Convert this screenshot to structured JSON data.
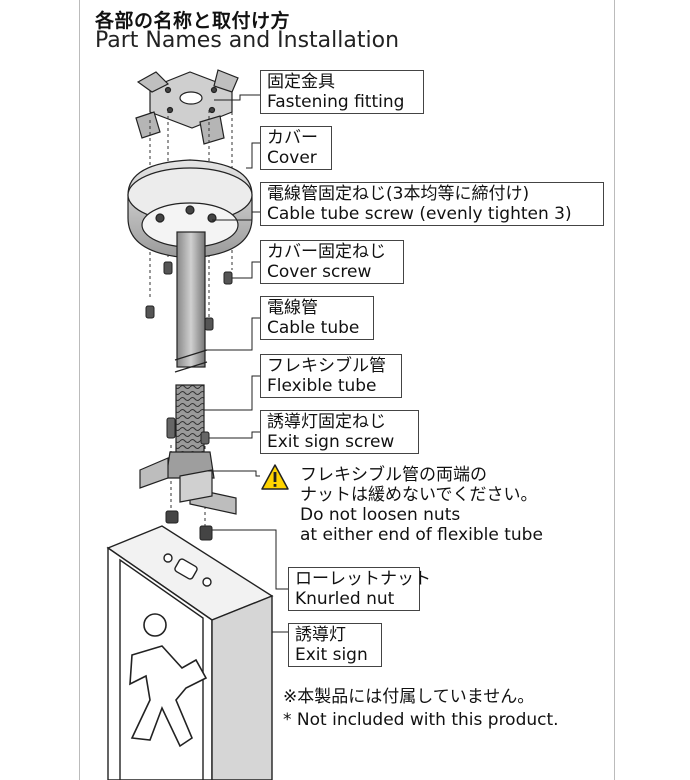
{
  "header": {
    "title_jp": "各部の名称と取付け方",
    "title_en": "Part Names and Installation"
  },
  "labels": {
    "fastening_fitting": {
      "jp": "固定金具",
      "en": "Fastening fitting"
    },
    "cover": {
      "jp": "カバー",
      "en": "Cover"
    },
    "cable_tube_screw": {
      "jp": "電線管固定ねじ(3本均等に締付け)",
      "en": "Cable tube screw (evenly tighten 3)"
    },
    "cover_screw": {
      "jp": "カバー固定ねじ",
      "en": "Cover screw"
    },
    "cable_tube": {
      "jp": "電線管",
      "en": "Cable tube"
    },
    "flexible_tube": {
      "jp": "フレキシブル管",
      "en": "Flexible tube"
    },
    "exit_sign_screw": {
      "jp": "誘導灯固定ねじ",
      "en": "Exit sign screw"
    },
    "knurled_nut": {
      "jp": "ローレットナット",
      "en": "Knurled nut"
    },
    "exit_sign": {
      "jp": "誘導灯",
      "en": "Exit sign"
    }
  },
  "warning": {
    "icon": "warning-triangle-icon",
    "jp_line1": "フレキシブル管の両端の",
    "jp_line2": "ナットは緩めないでください。",
    "en_line1": "Do not loosen nuts",
    "en_line2": "at either end of flexible tube"
  },
  "notes": {
    "jp": "※本製品には付属していません。",
    "en": "* Not included with this product."
  },
  "colors": {
    "warning_fill": "#ffd400",
    "line": "#222222",
    "metal_gray": "#bdbdbd"
  }
}
